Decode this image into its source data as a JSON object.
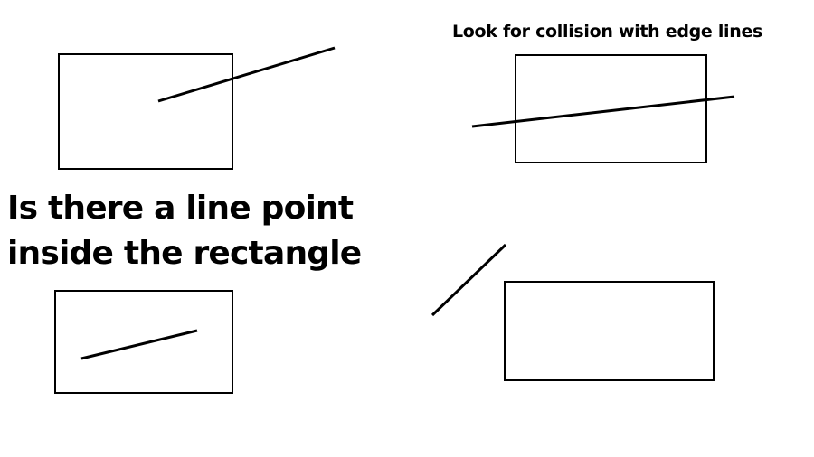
{
  "captions": {
    "edge_note": "Look for collision with edge lines",
    "question_line1": "Is there a line point",
    "question_line2": "inside the rectangle"
  },
  "colors": {
    "stroke": "#000000",
    "background": "#ffffff"
  }
}
